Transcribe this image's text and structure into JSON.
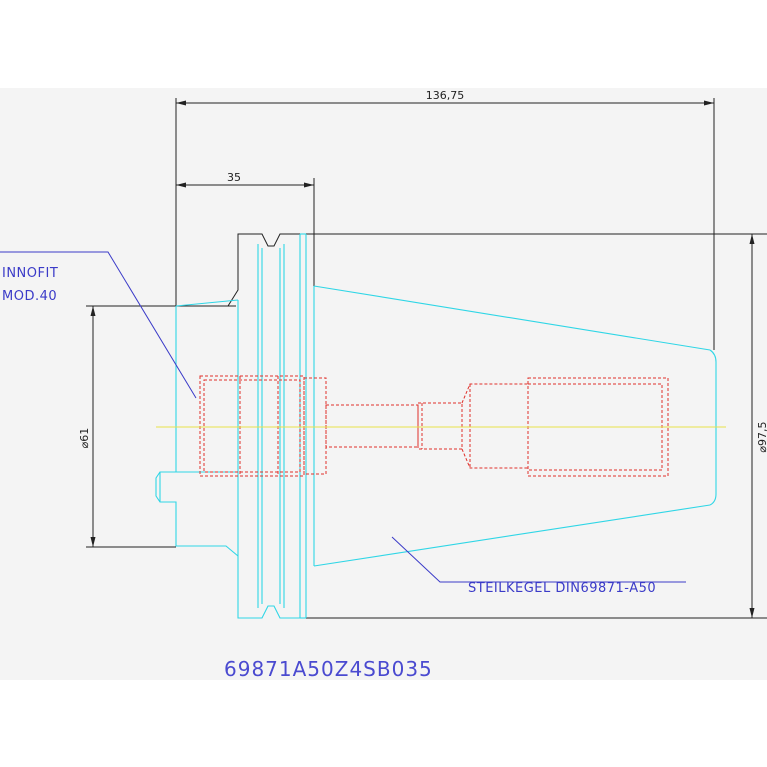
{
  "drawing": {
    "dimensions": {
      "overall_length": "136,75",
      "flange_offset": "35",
      "bore_diameter": "⌀61",
      "flange_diameter": "⌀97,5"
    },
    "labels": {
      "innofit_line1": "INNOFIT",
      "innofit_line2": "MOD.40",
      "steilkegel": "STEILKEGEL DIN69871-A50"
    },
    "part_number": "69871A50Z4SB035",
    "colors": {
      "dimension": "#222222",
      "taper_outline": "#2fd6e6",
      "hidden_lines": "#e0302a",
      "centerline": "#e9e24a",
      "annotation": "#3b3bc8",
      "background_band": "#f4f4f4"
    }
  }
}
